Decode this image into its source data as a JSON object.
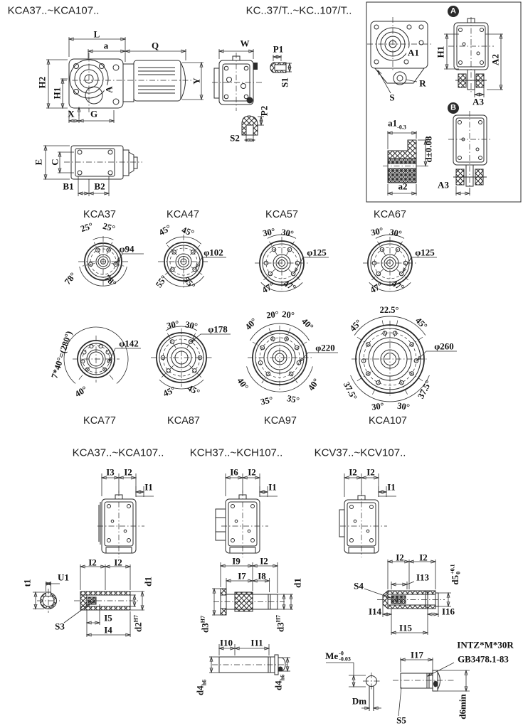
{
  "headers": {
    "kca_range": "KCA37..~KCA107..",
    "kc_t_range": "KC..37/T..~KC..107/T..",
    "kca_range2": "KCA37..~KCA107..",
    "kch_range": "KCH37..~KCH107..",
    "kcv_range": "KCV37..~KCV107.."
  },
  "side_view": {
    "L": "L",
    "a": "a",
    "Q": "Q",
    "H2": "H2",
    "H1": "H1",
    "A": "A",
    "Y": "Y",
    "X": "X",
    "G": "G"
  },
  "top_view": {
    "E": "E",
    "C": "C",
    "B1": "B1",
    "B2": "B2"
  },
  "kc_t_view": {
    "W": "W",
    "P1": "P1",
    "S1": "S1",
    "P2": "P2",
    "S2": "S2"
  },
  "mount_box": {
    "badge_a": "A",
    "badge_b": "B",
    "A1": "A1",
    "S": "S",
    "R": "R",
    "H1": "H1",
    "A2": "A2",
    "A3_top": "A3",
    "a1_base": "a1",
    "a1_tol": "-0.3",
    "d_tol": "d±0.08",
    "a2": "a2",
    "A3_bottom": "A3"
  },
  "flanges": {
    "kca37": {
      "name": "KCA37",
      "dia": "φ94",
      "t1": "25°",
      "t2": "25°",
      "b1": "78°",
      "b2": "78°"
    },
    "kca47": {
      "name": "KCA47",
      "dia": "φ102",
      "t1": "45°",
      "t2": "45°",
      "b1": "55°",
      "b2": "55°"
    },
    "kca57": {
      "name": "KCA57",
      "dia": "φ125",
      "t1": "30°",
      "t2": "30°",
      "b1": "47°",
      "b2": "47°"
    },
    "kca67": {
      "name": "KCA67",
      "dia": "φ125",
      "t1": "30°",
      "t2": "30°",
      "b1": "47°",
      "b2": "47°"
    },
    "kca77": {
      "name": "KCA77",
      "dia": "φ142",
      "arc": "7*40°=(280°)",
      "b1": "40°"
    },
    "kca87": {
      "name": "KCA87",
      "dia": "φ178",
      "t1": "30°",
      "t2": "30°",
      "b1": "45°",
      "b2": "45°"
    },
    "kca97": {
      "name": "KCA97",
      "dia": "φ220",
      "tl": "40°",
      "t1": "20°",
      "t2": "20°",
      "tr": "40°",
      "bl": "40°",
      "b1": "35°",
      "b2": "35°",
      "br": "40°"
    },
    "kca107": {
      "name": "KCA107",
      "dia": "φ260",
      "top": "22.5°",
      "tl": "45°",
      "tr": "45°",
      "bl": "37.5°",
      "br": "37.5°",
      "b1": "30°",
      "b2": "30°"
    }
  },
  "variants": {
    "kca": {
      "d1": "I3",
      "d2": "I2",
      "d3": "I1"
    },
    "kch": {
      "d1": "I6",
      "d2": "I2",
      "d3": "I1"
    },
    "kcv": {
      "d1": "I2",
      "d2": "I2",
      "d3": "I1"
    }
  },
  "hollow_shaft": {
    "t1": "t1",
    "U1": "U1",
    "I2a": "I2",
    "I2b": "I2",
    "d1": "d1",
    "S3": "S3",
    "I5": "I5",
    "I4": "I4",
    "d2_base": "d2",
    "d2_tol": "H7"
  },
  "mid_shaft": {
    "I9": "I9",
    "I2": "I2",
    "I7": "I7",
    "I8": "I8",
    "d1": "d1",
    "d3_base": "d3",
    "d3_tol": "H7"
  },
  "plain_shaft": {
    "I10": "I10",
    "I11": "I11",
    "d4_base": "d4",
    "d4_tol": "h6"
  },
  "shrink_shaft": {
    "S4": "S4",
    "I2a": "I2",
    "I2b": "I2",
    "I13": "I13",
    "d5_base": "d5",
    "d5_sup": "+0.1",
    "d5_sub": "0",
    "I14": "I14",
    "I15": "I15",
    "I16": "I16"
  },
  "motor_shaft": {
    "Me_base": "Me",
    "Me_sup": "-0",
    "Me_sub": "-0.03",
    "Dm": "Dm",
    "I17": "I17",
    "note_line1": "INTZ*M*30R",
    "note_line2": "GB3478.1-83",
    "S5": "S5",
    "d6": "d6min"
  }
}
